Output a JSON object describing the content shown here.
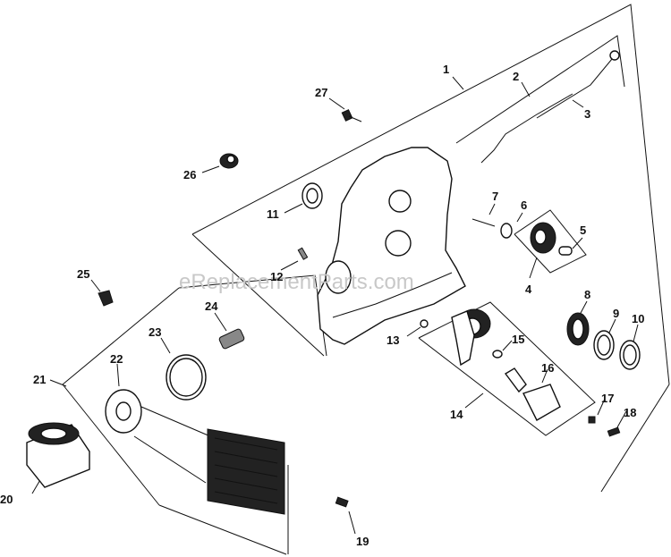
{
  "watermark": "eReplacementParts.com",
  "callouts": {
    "c1": "1",
    "c2": "2",
    "c3": "3",
    "c4": "4",
    "c5": "5",
    "c6": "6",
    "c7": "7",
    "c8": "8",
    "c9": "9",
    "c10": "10",
    "c11": "11",
    "c12": "12",
    "c13": "13",
    "c14": "14",
    "c15": "15",
    "c16": "16",
    "c17": "17",
    "c18": "18",
    "c19": "19",
    "c20": "20",
    "c21": "21",
    "c22": "22",
    "c23": "23",
    "c24": "24",
    "c25": "25",
    "c26": "26",
    "c27": "27"
  }
}
